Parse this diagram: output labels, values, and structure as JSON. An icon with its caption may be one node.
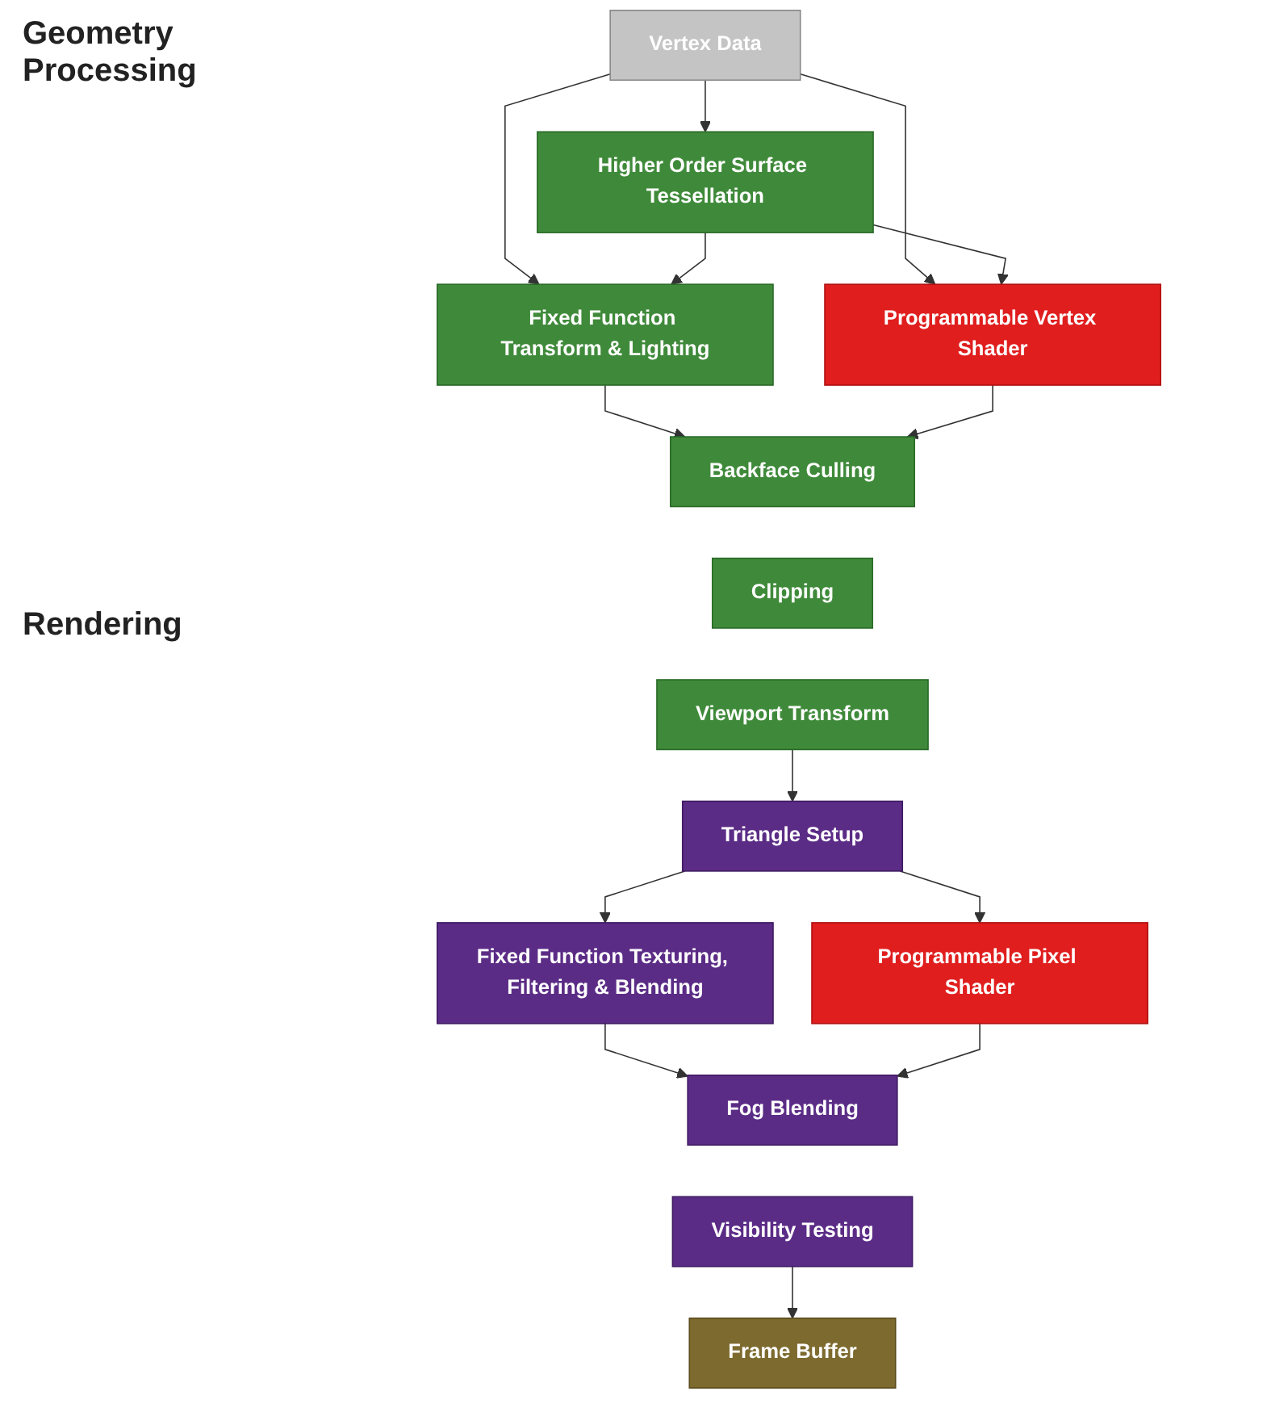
{
  "diagram": {
    "nodes": [
      {
        "text": [
          "Vertex Data"
        ]
      },
      {
        "text": [
          "Higher Order Surface Tessellation"
        ]
      },
      {
        "text": [
          "Fixed Function Transform & Lighting"
        ]
      },
      {
        "text": [
          "Programmable Vertex Shader"
        ]
      },
      {
        "text": [
          "Backface Culling"
        ]
      },
      {
        "text": [
          "Clipping"
        ]
      },
      {
        "text": [
          "Viewport Transform"
        ]
      },
      {
        "text": [
          "Triangle Setup"
        ]
      },
      {
        "text": [
          "Fixed Function Texturing, Filtering & Blending"
        ]
      },
      {
        "text": [
          "Programmable Pixel Shader"
        ]
      },
      {
        "text": [
          "Fog Blending"
        ]
      },
      {
        "text": [
          "Visibility Testing"
        ]
      },
      {
        "text": [
          "Frame Buffer"
        ]
      }
    ],
    "edges": [
      {
        "from": 0,
        "to": 1,
        "arrow": "to"
      },
      {
        "from": 0,
        "to": 2,
        "arrow": "to"
      },
      {
        "from": 0,
        "to": 3,
        "arrow": "to"
      },
      {
        "from": 1,
        "to": 2,
        "arrow": "to"
      },
      {
        "from": 1,
        "to": 3,
        "arrow": "to"
      },
      {
        "from": 2,
        "to": 4,
        "arrow": "to"
      },
      {
        "from": 3,
        "to": 4,
        "arrow": "to"
      },
      {
        "from": 6,
        "to": 7,
        "arrow": "to"
      },
      {
        "from": 7,
        "to": 8,
        "arrow": "to"
      },
      {
        "from": 7,
        "to": 9,
        "arrow": "to"
      },
      {
        "from": 8,
        "to": 10,
        "arrow": "to"
      },
      {
        "from": 9,
        "to": 10,
        "arrow": "to"
      },
      {
        "from": 11,
        "to": 12,
        "arrow": "to"
      }
    ],
    "labels": [
      "Geometry Processing",
      "Rendering"
    ]
  }
}
